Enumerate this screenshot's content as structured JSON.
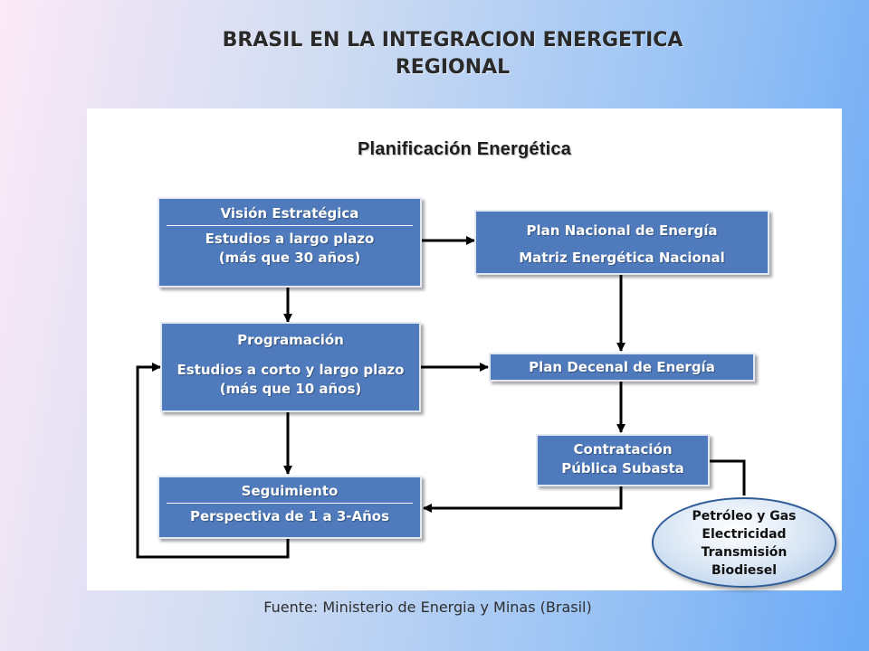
{
  "slide": {
    "title_line1": "BRASIL EN LA INTEGRACION ENERGETICA",
    "title_line2": "REGIONAL",
    "source": "Fuente: Ministerio de Energia y Minas (Brasil)"
  },
  "diagram": {
    "title": "Planificación Energética",
    "vision": {
      "title": "Visión Estratégica",
      "line1": "Estudios a largo plazo",
      "line2": "(más que 30 años)"
    },
    "programacion": {
      "title": "Programación",
      "line1": "Estudios a corto y largo plazo",
      "line2": "(más que 10 años)"
    },
    "seguimiento": {
      "title": "Seguimiento",
      "line1": "Perspectiva de 1 a 3-Años"
    },
    "plan_nacional": {
      "line1": "Plan Nacional de Energía",
      "line2": "Matriz Energética Nacional"
    },
    "plan_decenal": {
      "line1": "Plan Decenal de Energía"
    },
    "contratacion": {
      "line1": "Contratación",
      "line2": "Pública Subasta"
    },
    "sectores": {
      "line1": "Petróleo y Gas",
      "line2": "Electricidad",
      "line3": "Transmisión",
      "line4": "Biodiesel"
    }
  },
  "colors": {
    "box_fill": "#4f7bbd",
    "arrow": "#000000",
    "ellipse_border": "#2f5c97"
  }
}
